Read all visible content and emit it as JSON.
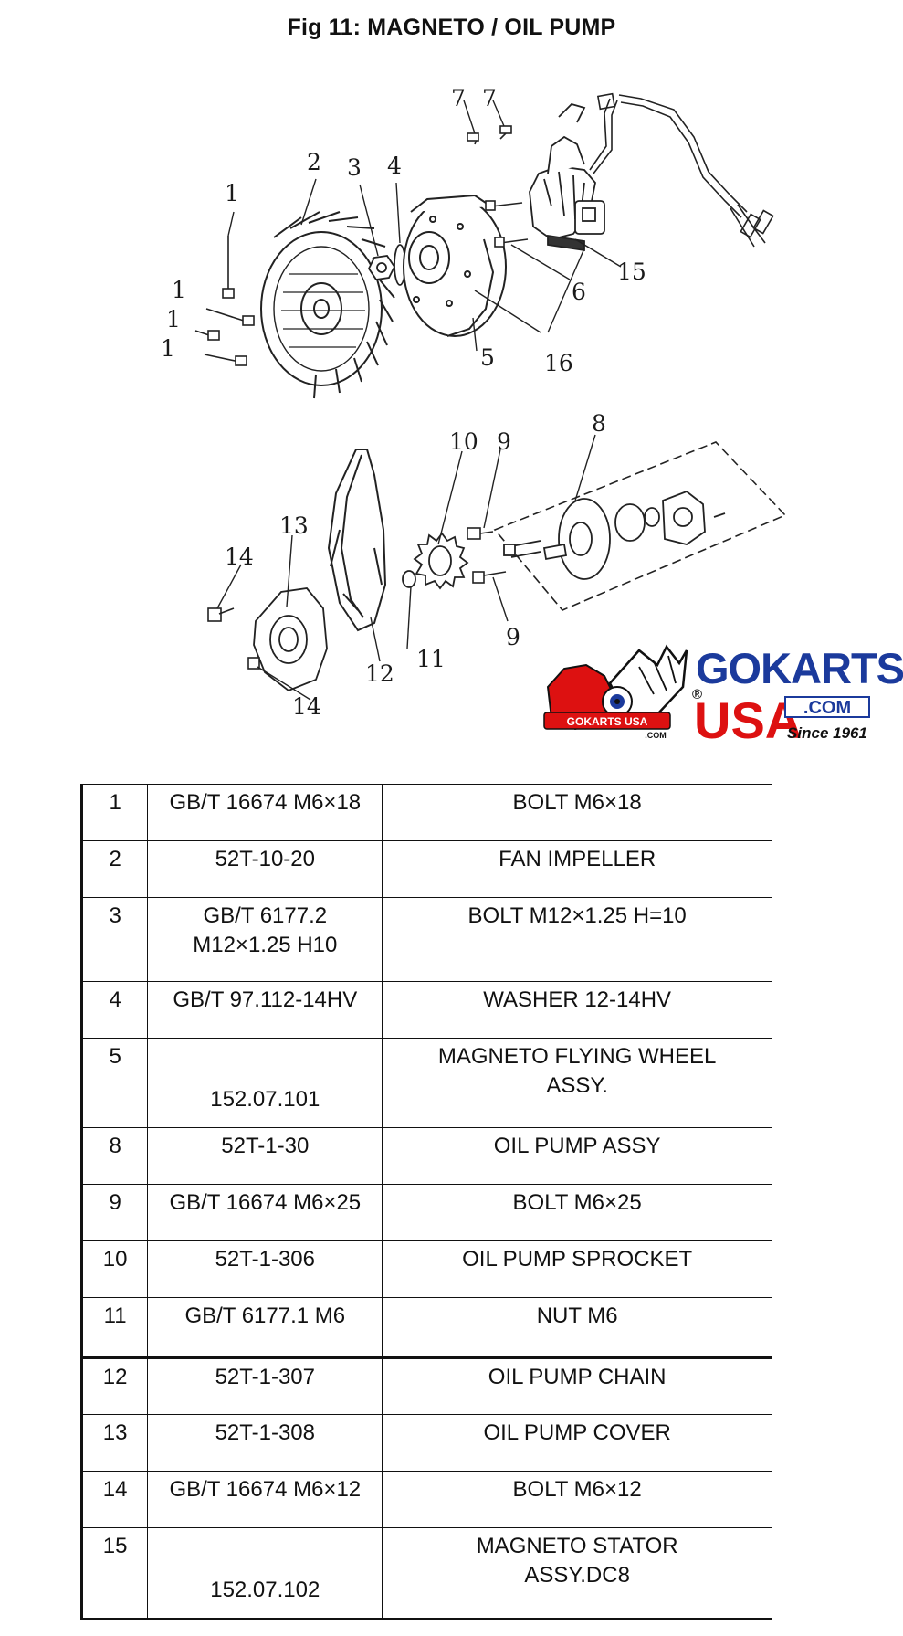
{
  "figure": {
    "title": "Fig 11: MAGNETO / OIL PUMP"
  },
  "callouts": {
    "c1a": "1",
    "c1b": "1",
    "c1c": "1",
    "c1d": "1",
    "c2": "2",
    "c3": "3",
    "c4": "4",
    "c5": "5",
    "c6": "6",
    "c7a": "7",
    "c7b": "7",
    "c8": "8",
    "c9a": "9",
    "c9b": "9",
    "c10": "10",
    "c11": "11",
    "c12": "12",
    "c13": "13",
    "c14a": "14",
    "c14b": "14",
    "c15": "15",
    "c16": "16"
  },
  "logo": {
    "brand_line1": "GOKARTS",
    "brand_line2": "USA",
    "domain": ".COM",
    "since": "Since 1961",
    "badge_text": "GOKARTS USA",
    "badge_sub": ".COM",
    "reg": "®"
  },
  "parts": [
    {
      "no": "1",
      "code": "GB/T 16674 M6×18",
      "desc": "BOLT M6×18"
    },
    {
      "no": "2",
      "code": "52T-10-20",
      "desc": "FAN IMPELLER"
    },
    {
      "no": "3",
      "code": "GB/T 6177.2 M12×1.25  H10",
      "code_line1": "GB/T 6177.2",
      "code_line2": "M12×1.25  H10",
      "desc": "BOLT M12×1.25  H=10"
    },
    {
      "no": "4",
      "code": "GB/T 97.112-14HV",
      "desc": "WASHER 12-14HV"
    },
    {
      "no": "5",
      "code": "152.07.101",
      "desc_line1": "MAGNETO FLYING WHEEL",
      "desc_line2": "ASSY."
    },
    {
      "no": "8",
      "code": "52T-1-30",
      "desc": "OIL PUMP ASSY"
    },
    {
      "no": "9",
      "code": "GB/T 16674 M6×25",
      "desc": "BOLT M6×25"
    },
    {
      "no": "10",
      "code": "52T-1-306",
      "desc": "OIL PUMP SPROCKET"
    },
    {
      "no": "11",
      "code": "GB/T 6177.1 M6",
      "desc": "NUT M6"
    },
    {
      "no": "12",
      "code": "52T-1-307",
      "desc": "OIL PUMP CHAIN"
    },
    {
      "no": "13",
      "code": "52T-1-308",
      "desc": "OIL PUMP COVER"
    },
    {
      "no": "14",
      "code": "GB/T 16674 M6×12",
      "desc": "BOLT M6×12"
    },
    {
      "no": "15",
      "code": "152.07.102",
      "desc_line1": "MAGNETO STATOR",
      "desc_line2": "ASSY.DC8"
    }
  ]
}
